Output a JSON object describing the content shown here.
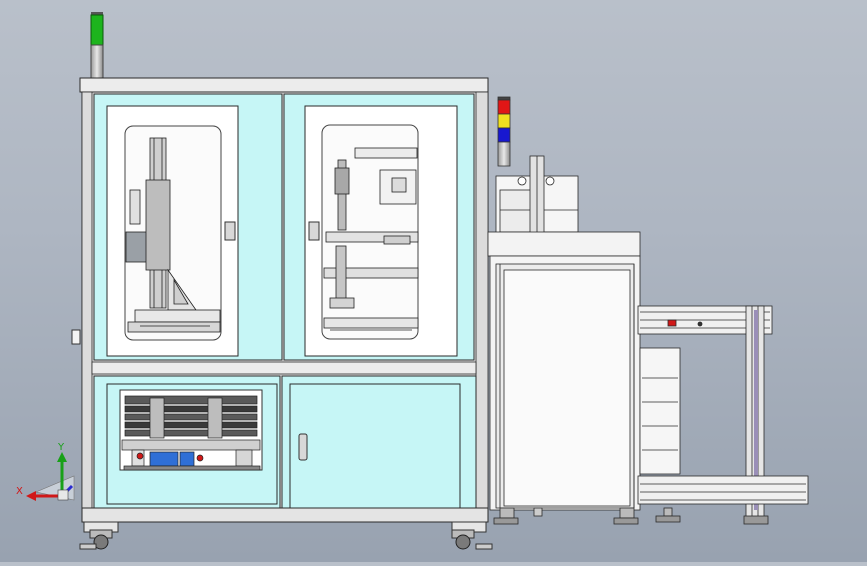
{
  "viewport": {
    "background_top": "#b9c0ca",
    "background_bottom": "#98a2b0"
  },
  "axis_triad": {
    "x_label": "X",
    "y_label": "Y",
    "x_color": "#d01818",
    "y_color": "#18a018",
    "z_color": "#2a2ad0"
  },
  "model": {
    "main_cabinet": {
      "frame_color": "#ececec",
      "panel_color": "#c6f6f6",
      "outline_color": "#2a2a2a"
    },
    "left_stack_light": {
      "segments": [
        "green",
        "white"
      ]
    },
    "right_stack_light": {
      "segments": [
        "red",
        "yellow",
        "blue",
        "white"
      ]
    },
    "loader_unit": {
      "frame_color": "#f0f0f0",
      "rail_color": "#d0d0d0"
    }
  }
}
